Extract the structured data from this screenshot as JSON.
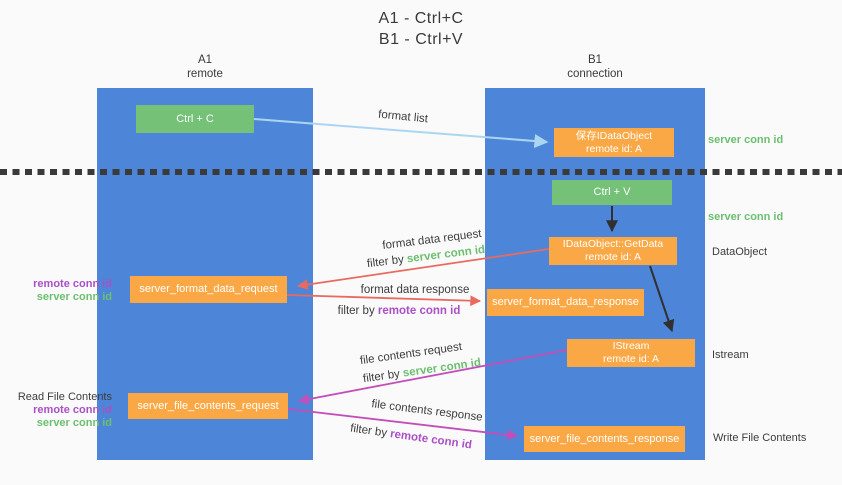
{
  "title": {
    "line1": "A1 - Ctrl+C",
    "line2": "B1 - Ctrl+V"
  },
  "lanes": {
    "a1": {
      "name": "A1",
      "role": "remote"
    },
    "b1": {
      "name": "B1",
      "role": "connection"
    }
  },
  "nodes": {
    "ctrl_c": {
      "label": "Ctrl + C"
    },
    "save_idataobject": {
      "line1": "保存IDataObject",
      "line2": "remote id: A"
    },
    "ctrl_v": {
      "label": "Ctrl + V"
    },
    "getdata": {
      "line1": "IDataObject::GetData",
      "line2": "remote id: A"
    },
    "server_format_data_request": {
      "label": "server_format_data_request"
    },
    "server_format_data_response": {
      "label": "server_format_data_response"
    },
    "istream": {
      "line1": "IStream",
      "line2": "remote id: A"
    },
    "server_file_contents_request": {
      "label": "server_file_contents_request"
    },
    "server_file_contents_response": {
      "label": "server_file_contents_response"
    }
  },
  "arrow_labels": {
    "format_list": "format list",
    "format_data_request": "format data request",
    "format_data_response": "format data response",
    "file_contents_request": "file contents request",
    "file_contents_response": "file contents response",
    "filter_by": "filter by",
    "server_conn_id": "server conn id",
    "remote_conn_id": "remote conn id"
  },
  "side_labels": {
    "server_conn_id_top": "server conn id",
    "server_conn_id_mid": "server conn id",
    "dataobject": "DataObject",
    "istream": "Istream",
    "write_file_contents": "Write File Contents",
    "read_file_contents": "Read File Contents",
    "remote_conn_id_format": "remote conn id",
    "server_conn_id_format": "server conn id",
    "remote_conn_id_file": "remote conn id",
    "server_conn_id_file": "server conn id"
  },
  "colors": {
    "lane_blue": "#4d86d8",
    "node_green": "#74c177",
    "node_orange": "#f9a845",
    "accent_green": "#6cbf70",
    "accent_purple": "#ab4fc7",
    "arrow_red": "#e96a5f",
    "arrow_magenta": "#c44eb9",
    "arrow_light_blue": "#aad6f2",
    "arrow_black": "#303030"
  }
}
